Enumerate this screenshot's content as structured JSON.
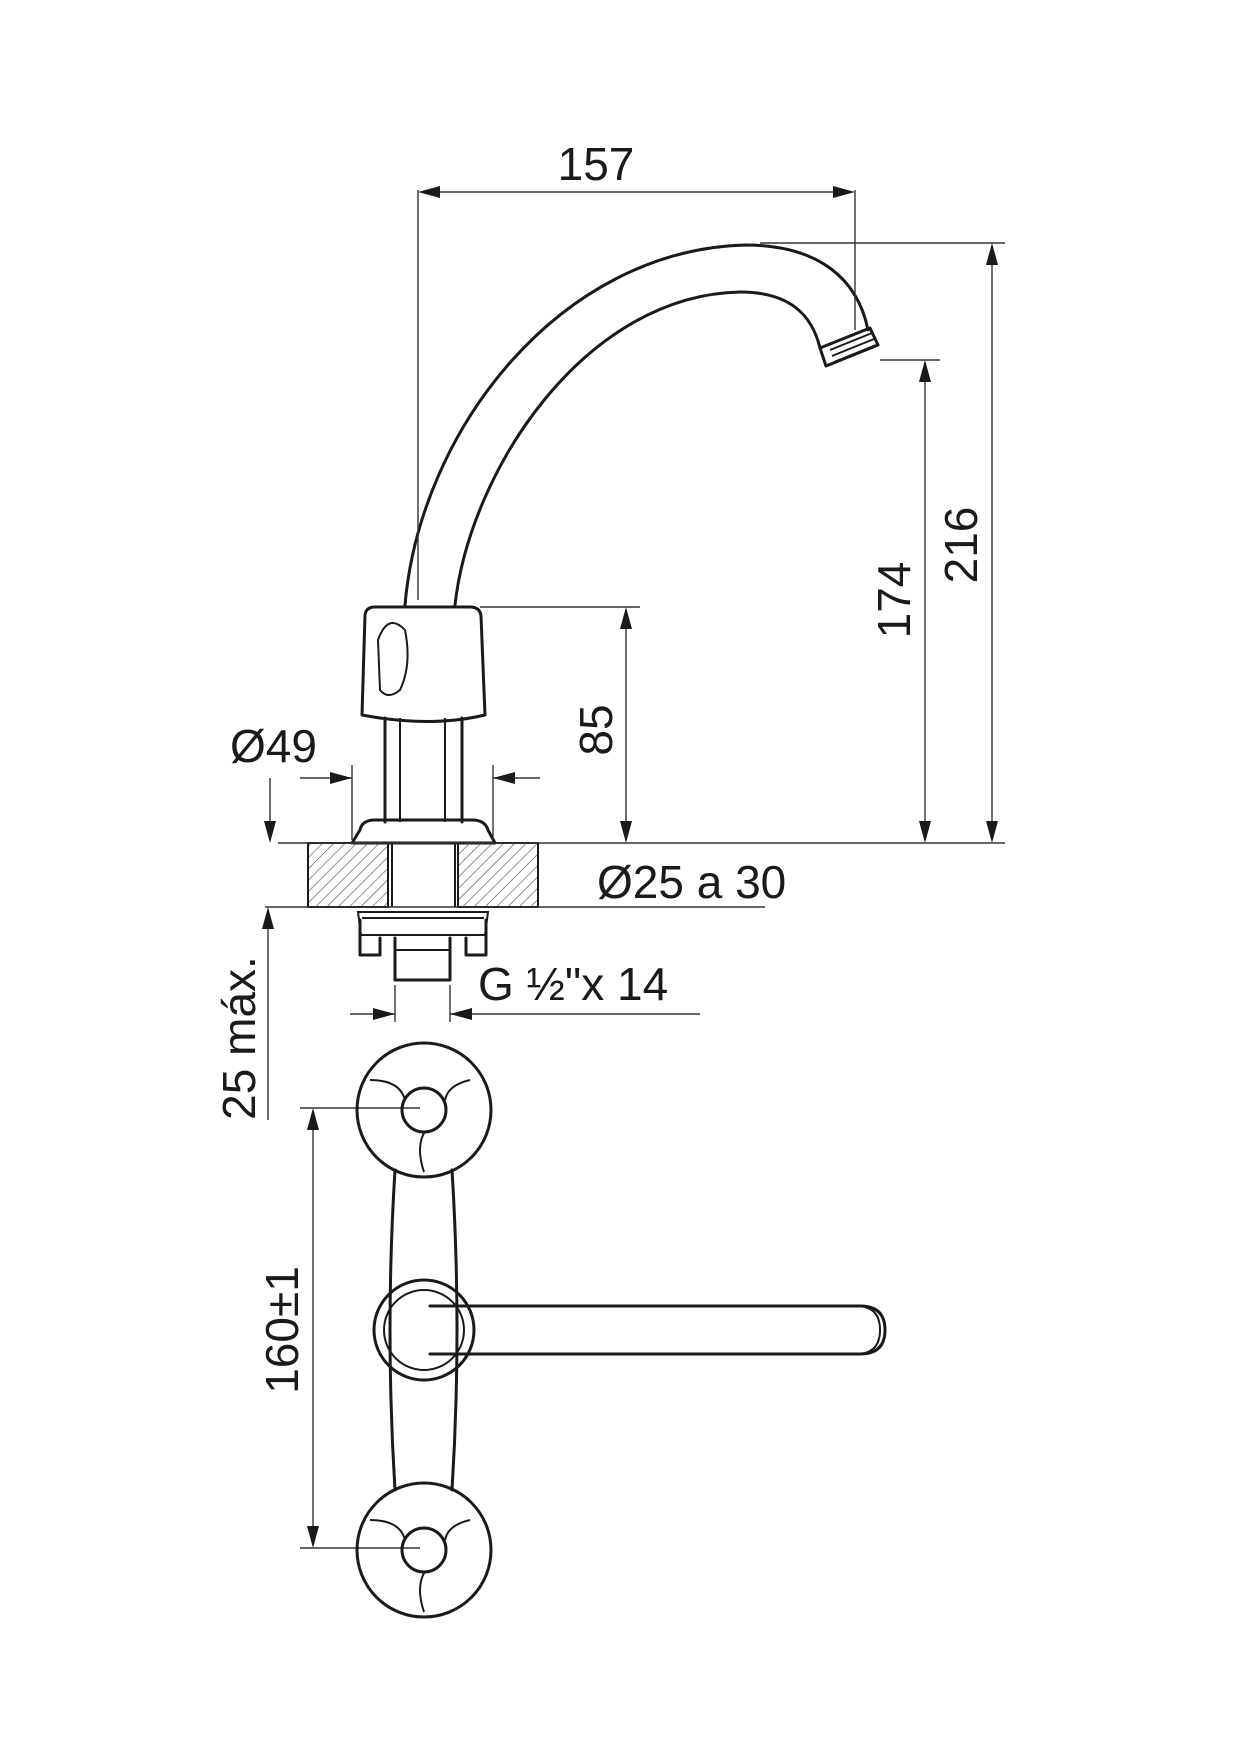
{
  "dimensions": {
    "width_157": "157",
    "height_216": "216",
    "height_174": "174",
    "height_85": "85",
    "diameter_49": "Ø49",
    "hole_diameter": "Ø25 a 30",
    "max_thickness": "25 máx.",
    "thread": "G ½\"x 14",
    "center_distance": "160±1"
  },
  "colors": {
    "line": "#1a1a1a",
    "background": "#ffffff"
  }
}
